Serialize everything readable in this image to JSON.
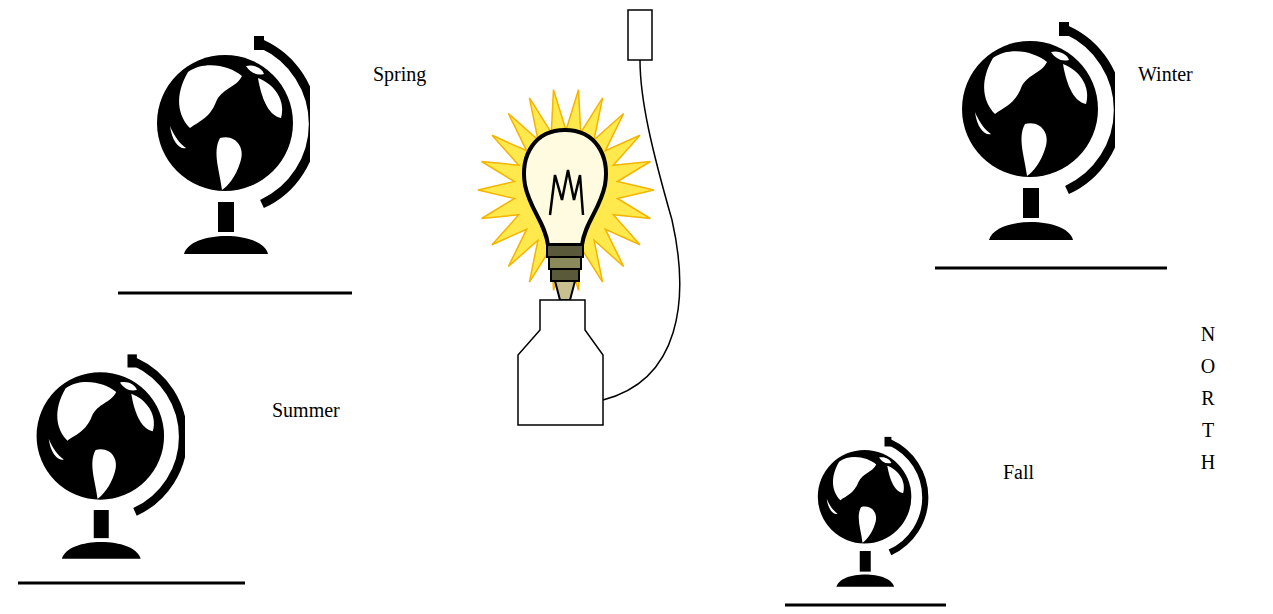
{
  "diagram": {
    "labels": [
      "Spring",
      "Winter",
      "Summer",
      "Fall",
      "NORTH"
    ]
  }
}
